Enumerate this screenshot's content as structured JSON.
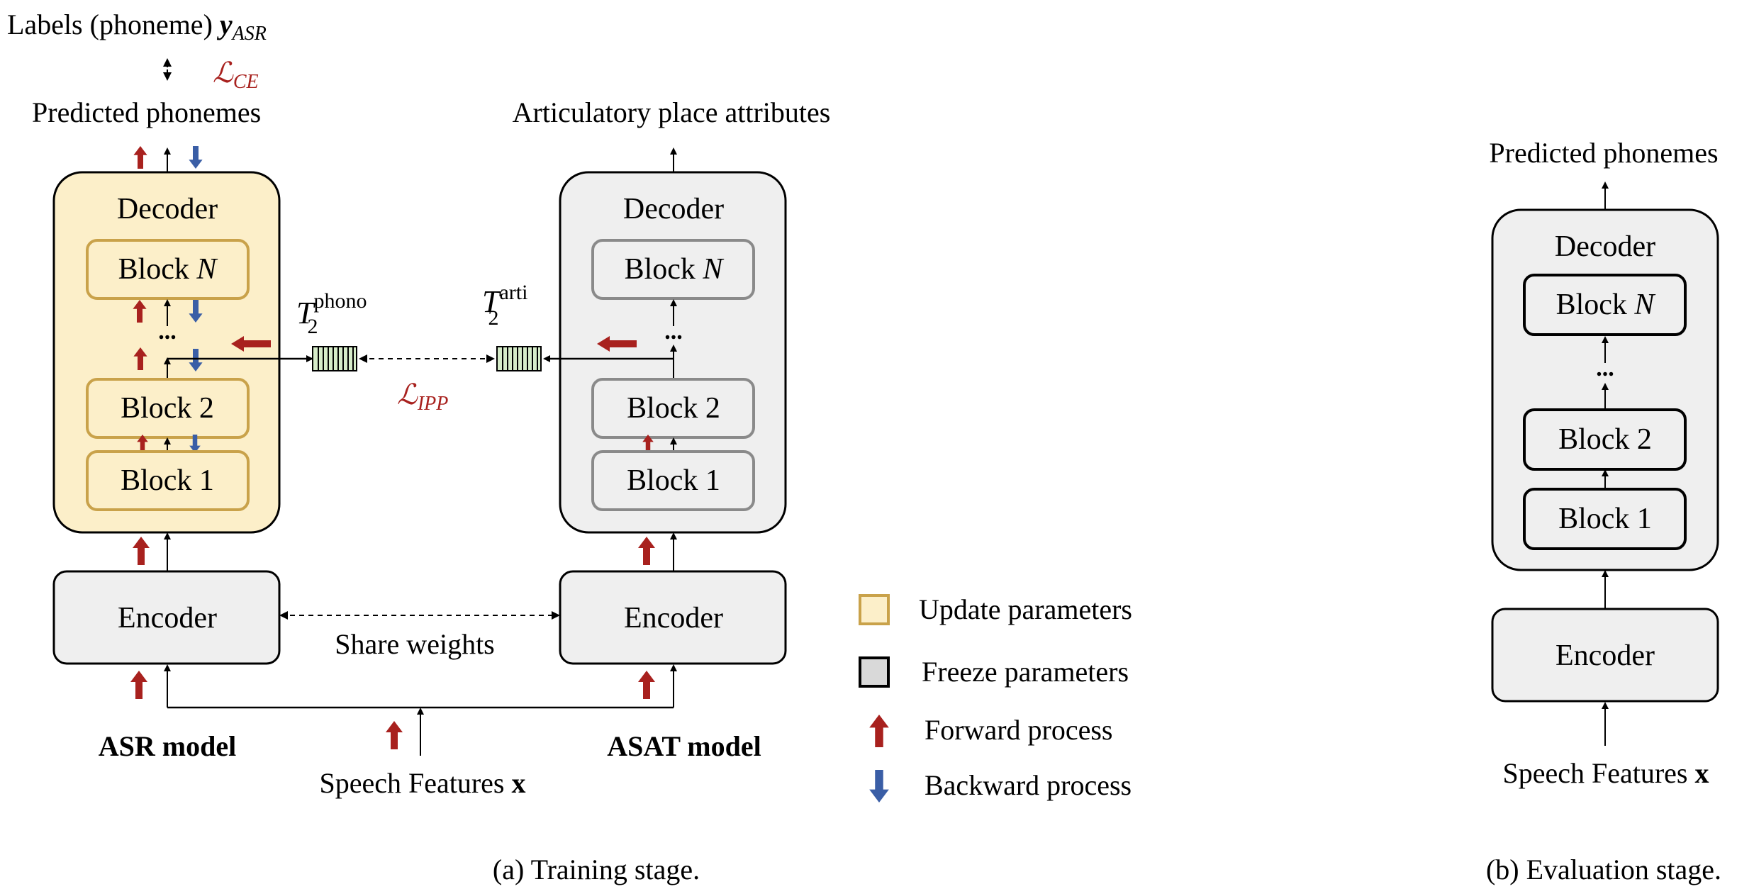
{
  "training": {
    "caption": "(a) Training stage.",
    "asr": {
      "top_label_prefix": "Labels (phoneme) ",
      "top_label_var": "y",
      "top_label_sub": "ASR",
      "loss_ce_main": "ℒ",
      "loss_ce_sub": "CE",
      "output_label": "Predicted phonemes",
      "decoder_title": "Decoder",
      "block_n_prefix": "Block ",
      "block_n_var": "N",
      "block_2": "Block 2",
      "block_1": "Block 1",
      "encoder": "Encoder",
      "model_name": "ASR model",
      "dots": "...",
      "tensor_main": "T",
      "tensor_sup": "phono",
      "tensor_sub": "2"
    },
    "asat": {
      "output_label": "Articulatory place attributes",
      "decoder_title": "Decoder",
      "block_n_prefix": "Block ",
      "block_n_var": "N",
      "block_2": "Block 2",
      "block_1": "Block 1",
      "encoder": "Encoder",
      "model_name": "ASAT model",
      "dots": "...",
      "tensor_main": "T",
      "tensor_sup": "arti",
      "tensor_sub": "2"
    },
    "loss_ipp_main": "ℒ",
    "loss_ipp_sub": "IPP",
    "share_weights": "Share weights",
    "input_label": "Speech Features ",
    "input_var": "x"
  },
  "legend": {
    "update": "Update parameters",
    "freeze": "Freeze parameters",
    "forward": "Forward process",
    "backward": "Backward process"
  },
  "evaluation": {
    "caption": "(b) Evaluation stage.",
    "output_label": "Predicted phonemes",
    "decoder_title": "Decoder",
    "block_n_prefix": "Block ",
    "block_n_var": "N",
    "block_2": "Block 2",
    "block_1": "Block 1",
    "encoder": "Encoder",
    "dots": "...",
    "input_label": "Speech Features ",
    "input_var": "x"
  },
  "colors": {
    "update_fill": "#fcefc9",
    "update_stroke": "#c9a24a",
    "freeze_fill": "#efefef",
    "freeze_stroke": "#000000",
    "frozen_block_stroke": "#8a8a8a",
    "forward_arrow": "#a8211e",
    "backward_arrow": "#3a5ea6",
    "tensor_fill": "#d6ecc9",
    "loss_text": "#a8211e"
  }
}
